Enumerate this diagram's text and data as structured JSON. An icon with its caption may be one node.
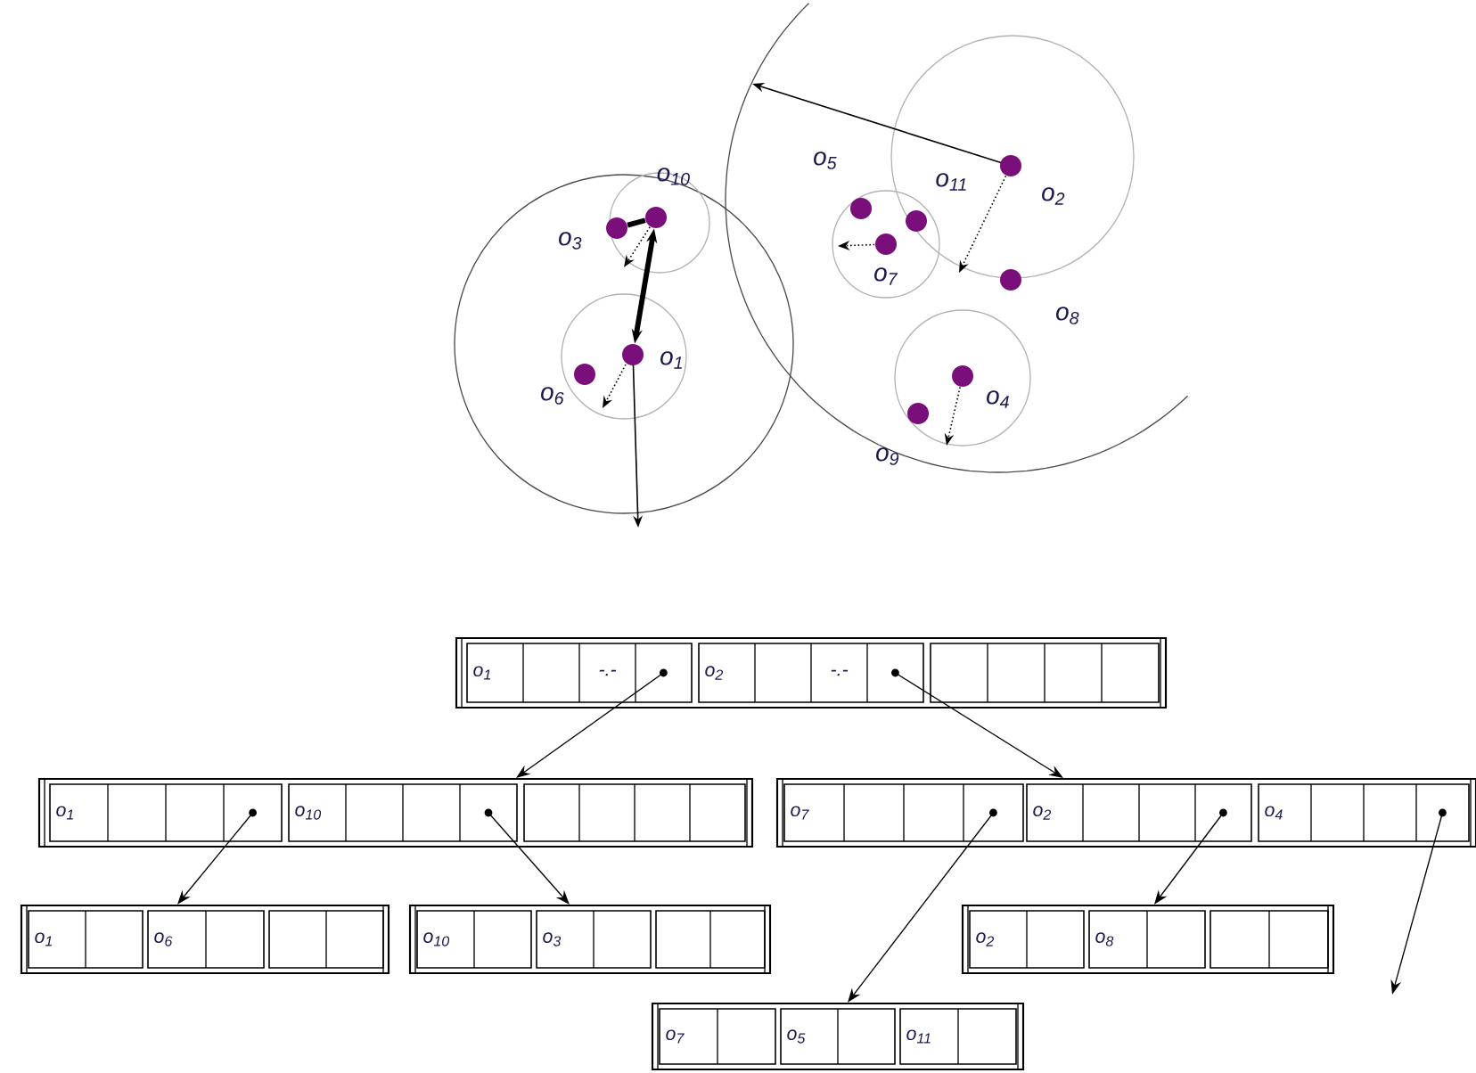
{
  "diagram": {
    "nodes": [
      {
        "text": [],
        "shape": "circle",
        "beside": [
          "o$_{2}$"
        ]
      },
      {
        "text": [],
        "shape": "circle",
        "beside": [
          "o$_{5}$"
        ]
      },
      {
        "text": [],
        "shape": "circle",
        "beside": [
          "o$_{10}$"
        ]
      },
      {
        "text": [],
        "shape": "circle",
        "beside": [
          "o$_{11}$"
        ]
      },
      {
        "text": [],
        "shape": "circle",
        "beside": [
          "o$_{3}$"
        ]
      },
      {
        "text": [],
        "shape": "circle",
        "beside": [
          "o$_{7}$"
        ]
      },
      {
        "text": [],
        "shape": "circle",
        "beside": [
          "o$_{8}$"
        ]
      },
      {
        "text": [],
        "shape": "circle",
        "beside": [
          "o$_{1}$"
        ]
      },
      {
        "text": [],
        "shape": "circle",
        "beside": [
          "o$_{6}$"
        ]
      },
      {
        "text": [],
        "shape": "circle",
        "beside": [
          "o$_{4}$"
        ]
      },
      {
        "text": [],
        "shape": "circle",
        "beside": [
          "o$_{9}$"
        ]
      },
      {
        "text": [],
        "shape": "box"
      },
      {
        "text": [
          "o$_{1}$",
          "-.-"
        ],
        "in": 11
      },
      {
        "text": [
          "o$_{2}$",
          "-.-"
        ],
        "in": 11
      },
      {
        "text": [],
        "shape": "box",
        "in": 11
      },
      {
        "text": [],
        "shape": "box"
      },
      {
        "text": [
          "o$_{1}$"
        ],
        "in": 15
      },
      {
        "text": [
          "o$_{10}$"
        ],
        "in": 15
      },
      {
        "text": [],
        "shape": "box",
        "in": 15
      },
      {
        "text": [],
        "shape": "box"
      },
      {
        "text": [
          "o$_{7}$"
        ],
        "in": 19
      },
      {
        "text": [
          "o$_{2}$"
        ],
        "in": 19
      },
      {
        "text": [
          "o$_{4}$"
        ],
        "in": 19
      },
      {
        "text": [],
        "shape": "box"
      },
      {
        "text": [
          "o$_{1}$"
        ],
        "in": 23
      },
      {
        "text": [
          "o$_{6}$"
        ],
        "in": 23
      },
      {
        "text": [],
        "shape": "box",
        "in": 23
      },
      {
        "text": [],
        "shape": "box"
      },
      {
        "text": [
          "o$_{10}$"
        ],
        "in": 27
      },
      {
        "text": [
          "o$_{3}$"
        ],
        "in": 27
      },
      {
        "text": [],
        "shape": "box",
        "in": 27
      },
      {
        "text": [],
        "shape": "box"
      },
      {
        "text": [
          "o$_{7}$"
        ],
        "in": 31
      },
      {
        "text": [
          "o$_{5}$"
        ],
        "in": 31
      },
      {
        "text": [
          "o$_{11}$"
        ],
        "in": 31
      },
      {
        "text": [],
        "shape": "box"
      },
      {
        "text": [
          "o$_{2}$"
        ],
        "in": 35
      },
      {
        "text": [
          "o$_{8}$"
        ],
        "in": 35
      },
      {
        "text": [],
        "shape": "box",
        "in": 35
      }
    ],
    "edges": [
      {
        "from": 2,
        "to": 7,
        "arrow": "both",
        "style": "thick"
      },
      {
        "from": 4,
        "to": 2,
        "arrow": "none",
        "style": "thick"
      },
      {
        "from": 12,
        "to": 15,
        "arrow": "to"
      },
      {
        "from": 13,
        "to": 19,
        "arrow": "to"
      },
      {
        "from": 16,
        "to": 23,
        "arrow": "to"
      },
      {
        "from": 17,
        "to": 27,
        "arrow": "to"
      },
      {
        "from": 20,
        "to": 31,
        "arrow": "to"
      },
      {
        "from": 21,
        "to": 35,
        "arrow": "to"
      },
      {
        "from": 22,
        "to": null,
        "arrow": "to"
      }
    ]
  }
}
